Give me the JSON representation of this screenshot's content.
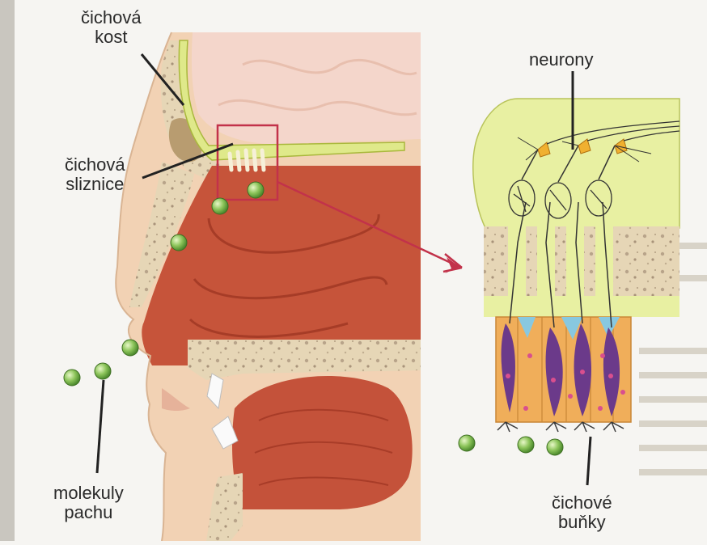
{
  "labels": {
    "olfactory_bone": [
      "čichová",
      "kost"
    ],
    "olfactory_mucosa": [
      "čichová",
      "sliznice"
    ],
    "odor_molecules": [
      "molekuly",
      "pachu"
    ],
    "neurons": [
      "neurony"
    ],
    "olfactory_cells": [
      "čichové",
      "buňky"
    ]
  },
  "colors": {
    "skin": "#f2d3b6",
    "bone": "#e4d3b2",
    "cavity": "#c8543a",
    "brain": "#f4d8cc",
    "mucosa": "#e6ef98",
    "highlight_box": "#c2324a",
    "molecule": "#8cc45a",
    "cell_body": "#6a3a8a",
    "support_cell": "#f0b060",
    "neuron": "#f0b030"
  }
}
